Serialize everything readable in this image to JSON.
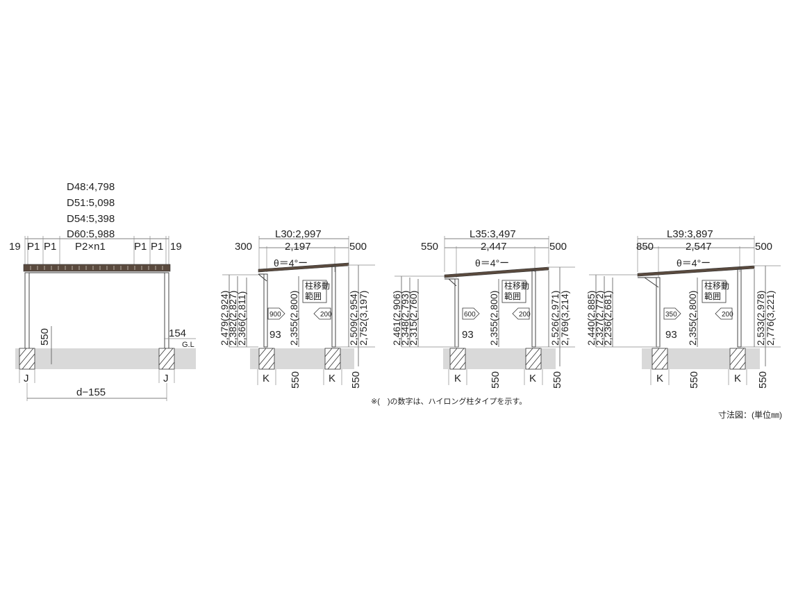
{
  "front": {
    "depth_options": [
      "D48:4,798",
      "D51:5,098",
      "D54:5,398",
      "D60:5,988"
    ],
    "top_dims": [
      "19",
      "P1",
      "P1",
      "P2×n1",
      "P1",
      "P1",
      "19"
    ],
    "post_height": "550",
    "gl_offset": "154",
    "gl": "G.L",
    "footing": "J",
    "span": "d−155"
  },
  "sides": [
    {
      "length": "L30:2,997",
      "overhang_front": "300",
      "span": "2,197",
      "overhang_back": "500",
      "angle": "θ＝4°ー",
      "left_heights": [
        "2,479(2,924)",
        "2,382(2,827)",
        "2,366(2,811)"
      ],
      "center_height": "2,355(2,800)",
      "right_heights": [
        "2,509(2,954)",
        "2,752(3,197)"
      ],
      "move_range": [
        "柱移動",
        "範囲"
      ],
      "arrow_right": "900",
      "arrow_left": "200",
      "bracket": "93",
      "footing": "K",
      "footing_depth": "550"
    },
    {
      "length": "L35:3,497",
      "overhang_front": "550",
      "span": "2,447",
      "overhang_back": "500",
      "angle": "θ＝4°ー",
      "left_heights": [
        "2,461(2,906)",
        "2,348(2,793)",
        "2,315(2,760)"
      ],
      "center_height": "2,355(2,800)",
      "right_heights": [
        "2,526(2,971)",
        "2,769(3,214)"
      ],
      "move_range": [
        "柱移動",
        "範囲"
      ],
      "arrow_right": "600",
      "arrow_left": "200",
      "bracket": "93",
      "footing": "K",
      "footing_depth": "550"
    },
    {
      "length": "L39:3,897",
      "overhang_front": "850",
      "span": "2,547",
      "overhang_back": "500",
      "angle": "θ＝4°ー",
      "left_heights": [
        "2,440(2,885)",
        "2,327(2,772)",
        "2,236(2,681)"
      ],
      "center_height": "2,355(2,800)",
      "right_heights": [
        "2,533(2,978)",
        "2,776(3,221)"
      ],
      "move_range": [
        "柱移動",
        "範囲"
      ],
      "arrow_right": "350",
      "arrow_left": "200",
      "bracket": "93",
      "footing": "K",
      "footing_depth": "550"
    }
  ],
  "note": "※(　)の数字は、ハイロング柱タイプを示す。",
  "unit_label": "寸法図：(単位㎜)"
}
